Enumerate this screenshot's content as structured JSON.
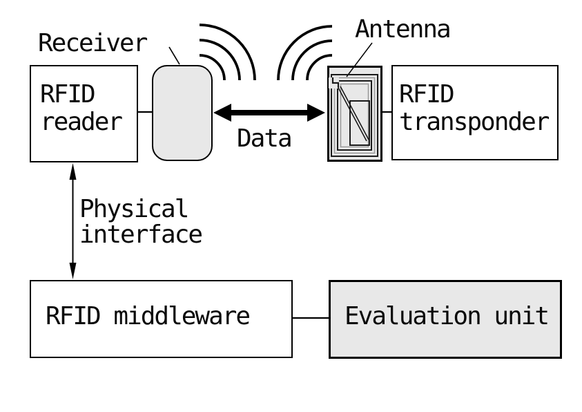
{
  "labels": {
    "receiver": "Receiver",
    "antenna": "Antenna",
    "data": "Data",
    "physical_interface": "Physical\ninterface"
  },
  "nodes": {
    "rfid_reader": "RFID\nreader",
    "rfid_transponder": "RFID\ntransponder",
    "rfid_middleware": "RFID middleware",
    "evaluation_unit": "Evaluation unit"
  },
  "icons": {
    "radio_waves_left": "radio-waves-arcs",
    "radio_waves_right": "radio-waves-arcs",
    "reader_antenna": "rounded-antenna-shape-with-stick",
    "transponder_coil": "rfid-tag-spiral-coil",
    "data_arrow": "double-headed-thick-arrow",
    "physical_interface_arrow": "double-headed-thin-arrow"
  },
  "colors": {
    "background": "#ffffff",
    "box_fill_gray": "#e8e8e8",
    "line_black": "#000000",
    "coil_gray": "#9a9a9a",
    "text": "#0a0a0a"
  }
}
